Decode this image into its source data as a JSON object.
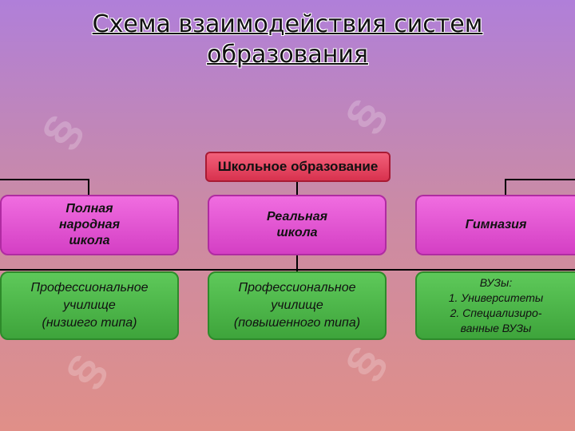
{
  "title": {
    "line1": "Схема взаимодействия систем",
    "line2": "образования"
  },
  "diagram": {
    "root": "Школьное образование",
    "level1": [
      "Полная\nнародная\nшкола",
      "Реальная\nшкола",
      "Гимназия"
    ],
    "level2": [
      "Профессиональное\nучилище\n(низшего типа)",
      "Профессиональное\nучилище\n(повышенного типа)",
      "ВУЗы:\n1. Университеты\n2. Специализиро-\nванные ВУЗы"
    ]
  },
  "colors": {
    "root_fill": "#e8445f",
    "level1_fill": "#e357d3",
    "level2_fill": "#4fb84b"
  }
}
